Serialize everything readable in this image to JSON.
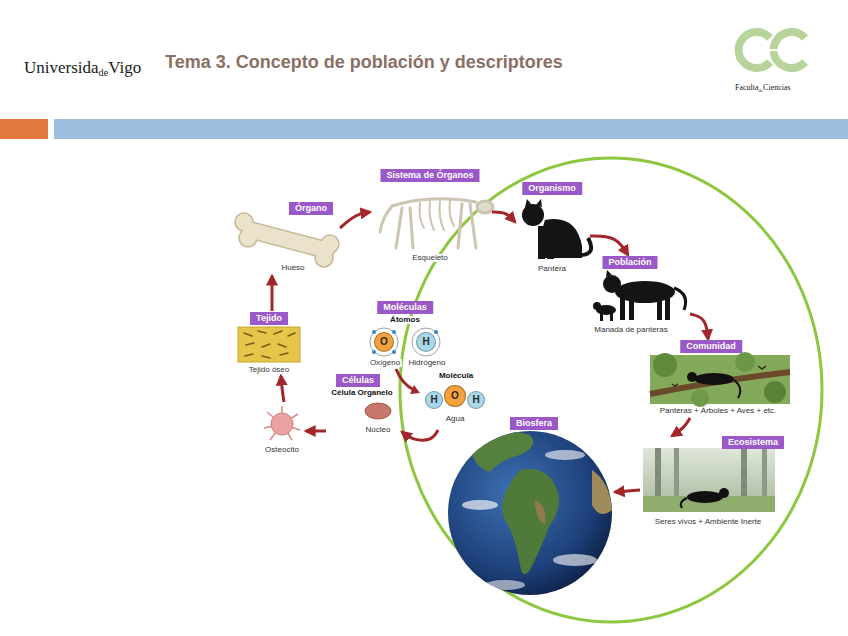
{
  "diagram": {
    "title": "Tema 3. Concepto de población y descriptores",
    "nodes": [
      {
        "text": [
          "Moléculas",
          "Átomos",
          "Molécula",
          "Agua"
        ]
      },
      {
        "text": [
          "O",
          "Oxígeno"
        ],
        "in": 0
      },
      {
        "text": [
          "H",
          "Hidrógeno"
        ],
        "in": 0
      },
      {
        "text": [
          "H"
        ],
        "in": 0
      },
      {
        "text": [
          "O"
        ],
        "in": 0
      },
      {
        "text": [
          "H"
        ],
        "in": 0
      },
      {
        "text": [
          "Células",
          "Célula Organelo",
          "Núcleo"
        ]
      },
      {
        "text": [
          "Osteocito"
        ]
      },
      {
        "text": [
          "Tejido",
          "Tejido óseo"
        ]
      },
      {
        "text": [
          "Órgano",
          "Hueso"
        ]
      },
      {
        "text": [
          "Sistema de Órganos",
          "Esqueleto"
        ]
      },
      {
        "text": [
          "Organismo",
          "Pantera"
        ]
      },
      {
        "text": [
          "Población",
          "Manada de panteras"
        ]
      },
      {
        "text": [
          "Comunidad",
          "Panteras + Árboles + Aves + etc."
        ]
      },
      {
        "text": [
          "Ecosistema",
          "Seres vivos + Ambiente Inerte"
        ]
      },
      {
        "text": [
          "Biosfera"
        ]
      }
    ],
    "edges": [
      {
        "from": 0,
        "to": 6,
        "arrow": "to"
      },
      {
        "from": 6,
        "to": 7,
        "arrow": "to"
      },
      {
        "from": 7,
        "to": 8,
        "arrow": "to"
      },
      {
        "from": 8,
        "to": 9,
        "arrow": "to"
      },
      {
        "from": 9,
        "to": 10,
        "arrow": "to"
      },
      {
        "from": 10,
        "to": 11,
        "arrow": "to"
      },
      {
        "from": 11,
        "to": 12,
        "arrow": "to"
      },
      {
        "from": 12,
        "to": 13,
        "arrow": "to"
      },
      {
        "from": 13,
        "to": 14,
        "arrow": "to"
      },
      {
        "from": 14,
        "to": 15,
        "arrow": "to"
      }
    ],
    "labels": [
      "Universida",
      "de",
      "Vigo",
      "Faculta",
      "de",
      "Ciencias"
    ]
  }
}
